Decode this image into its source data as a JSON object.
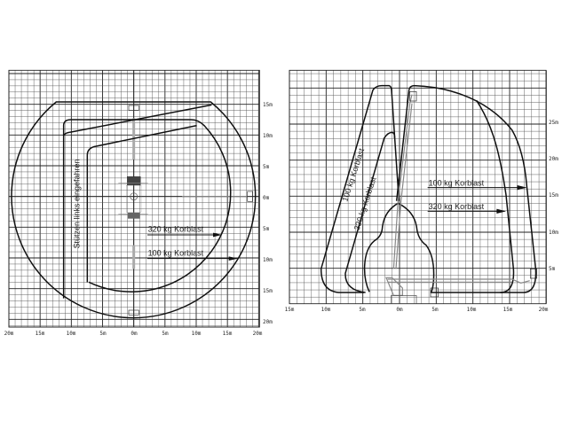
{
  "plan_view": {
    "load_labels": {
      "l320": "320 kg Korblast",
      "l100": "100 kg Korblast"
    },
    "outrigger_note": "Stützen links eingefahren",
    "y_ticks": [
      "15m",
      "10m",
      "5m",
      "0m",
      "5m",
      "10m",
      "15m",
      "20m"
    ],
    "x_ticks": [
      "20m",
      "15m",
      "10m",
      "5m",
      "0m",
      "5m",
      "10m",
      "15m",
      "20m"
    ]
  },
  "side_view": {
    "right_labels": {
      "l100": "100 kg Korblast",
      "l320": "320 kg Korblast"
    },
    "left_labels": {
      "l100": "100 kg Korblast",
      "l320": "320 kg Korblast"
    },
    "y_ticks": [
      "25m",
      "20m",
      "15m",
      "10m",
      "5m"
    ],
    "x_ticks": [
      "15m",
      "10m",
      "5m",
      "0m",
      "5m",
      "10m",
      "15m",
      "20m"
    ]
  },
  "colors": {
    "line": "#111111",
    "grid": "#555555",
    "boom": "#888888"
  }
}
